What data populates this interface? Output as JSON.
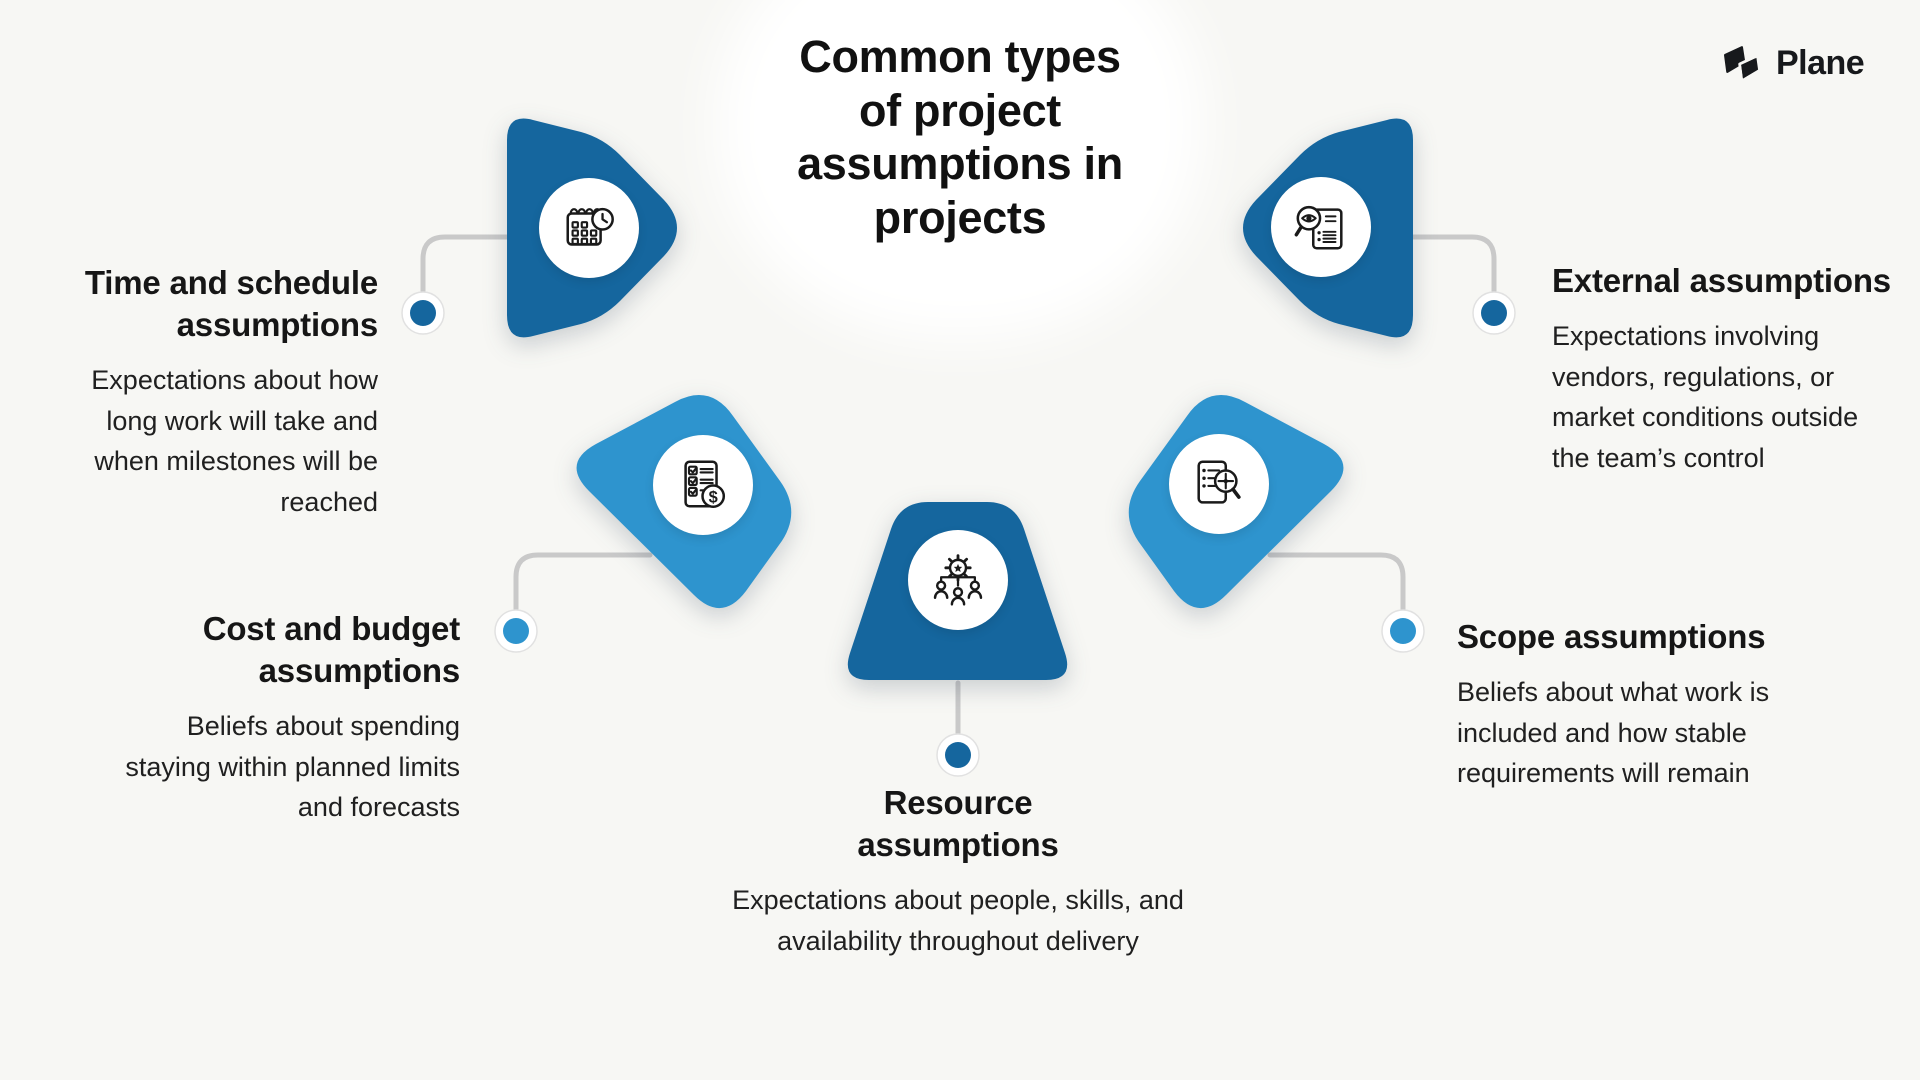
{
  "title_lines": [
    "Common types",
    "of project",
    "assumptions in",
    "projects"
  ],
  "brand": {
    "name": "Plane",
    "logo_icon": "plane-logo-icon"
  },
  "colors": {
    "dark_blue": "#15669E",
    "light_blue": "#2E94CE",
    "background": "#F7F7F4",
    "connector_gray": "#C9C9C9",
    "text_black": "#161616",
    "shape_icon_background": "#FFFFFF"
  },
  "items": [
    {
      "id": "time",
      "heading": "Time and schedule assumptions",
      "body": "Expectations about how long work will take and when milestones will be reached",
      "icon": "calendar-clock-icon",
      "shape": "pentagon-right",
      "color": "dark_blue"
    },
    {
      "id": "cost",
      "heading": "Cost and budget assumptions",
      "body": "Beliefs about spending staying within planned limits and forecasts",
      "icon": "checklist-dollar-icon",
      "shape": "diamond",
      "color": "light_blue"
    },
    {
      "id": "resource",
      "heading": "Resource assumptions",
      "body": "Expectations about people, skills, and availability throughout delivery",
      "icon": "team-gear-icon",
      "shape": "trapezoid",
      "color": "dark_blue"
    },
    {
      "id": "scope",
      "heading": "Scope assumptions",
      "body": "Beliefs about what work is included and how stable requirements will remain",
      "icon": "document-target-magnifier-icon",
      "shape": "diamond",
      "color": "light_blue"
    },
    {
      "id": "external",
      "heading": "External assumptions",
      "body": "Expectations involving vendors, regulations, or market conditions outside the team’s control",
      "icon": "magnifier-eye-document-icon",
      "shape": "pentagon-left",
      "color": "dark_blue"
    }
  ]
}
